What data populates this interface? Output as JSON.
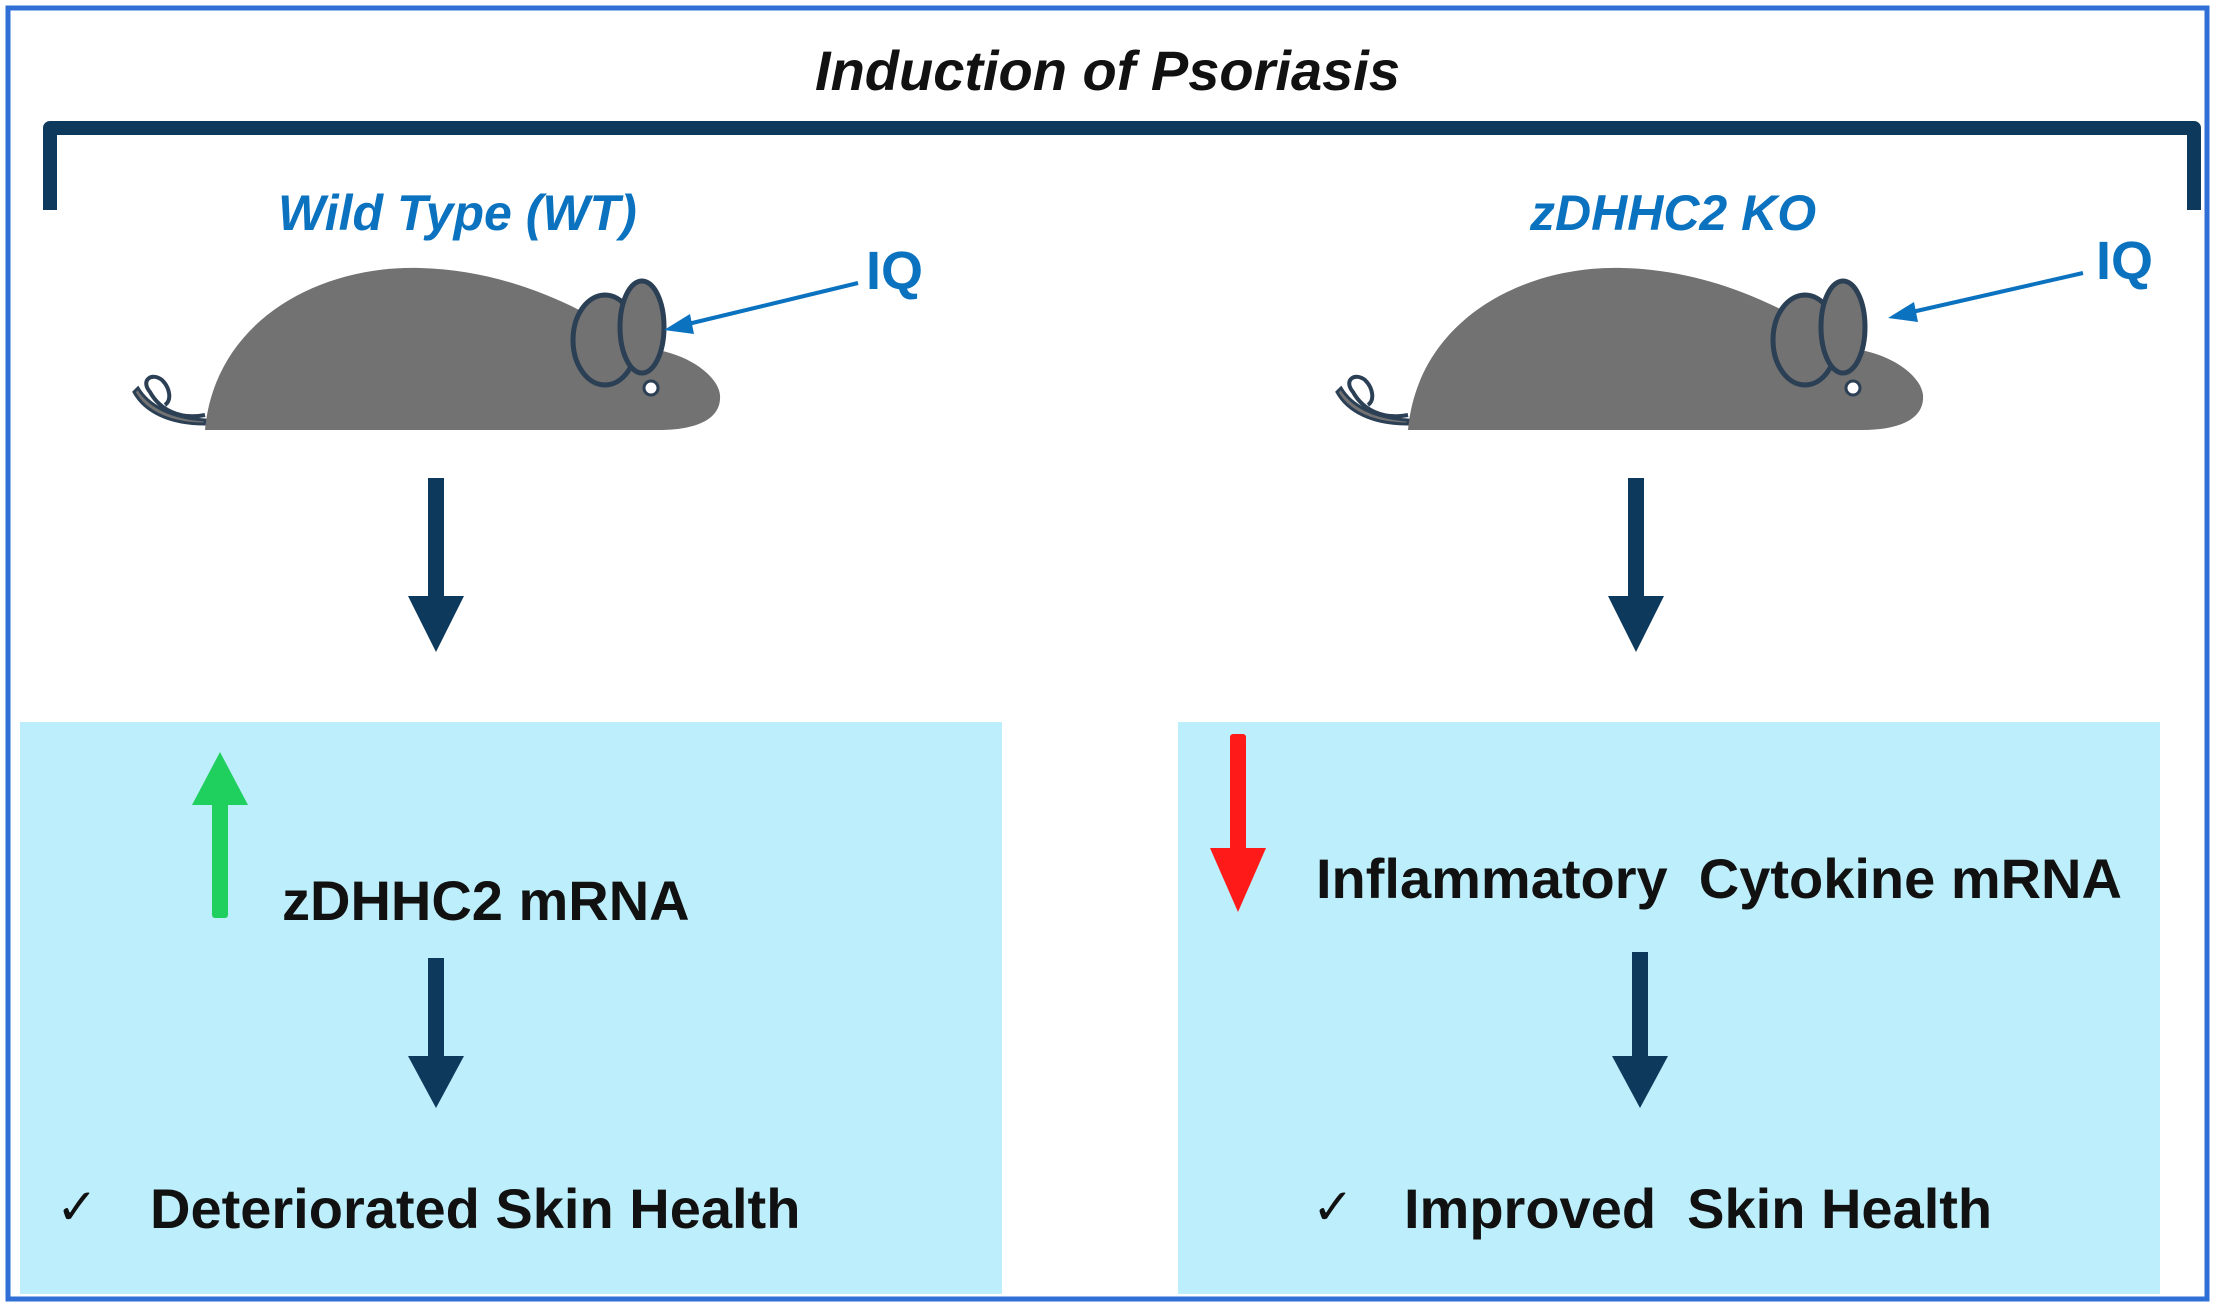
{
  "title": "Induction of Psoriasis",
  "colors": {
    "frame": "#2f6fd6",
    "bracket": "#0d3a5c",
    "arrow_dark": "#0d3a5c",
    "mouse": "#727272",
    "mouse_outline": "#2b3f55",
    "iq_text": "#0b72bf",
    "box_fill": "#bdeefb",
    "arrow_up": "#1fd05e",
    "arrow_down": "#ff1a1a"
  },
  "groups": [
    {
      "label": "Wild Type (WT)",
      "iq_label": "IQ",
      "change_direction": "up",
      "marker": "zDHHC2 mRNA",
      "check_mark": "✓",
      "outcome": "Deteriorated Skin Health"
    },
    {
      "label": "zDHHC2 KO",
      "iq_label": "IQ",
      "change_direction": "down",
      "marker": "Inflammatory  Cytokine mRNA",
      "check_mark": "✓",
      "outcome": "Improved  Skin Health"
    }
  ]
}
